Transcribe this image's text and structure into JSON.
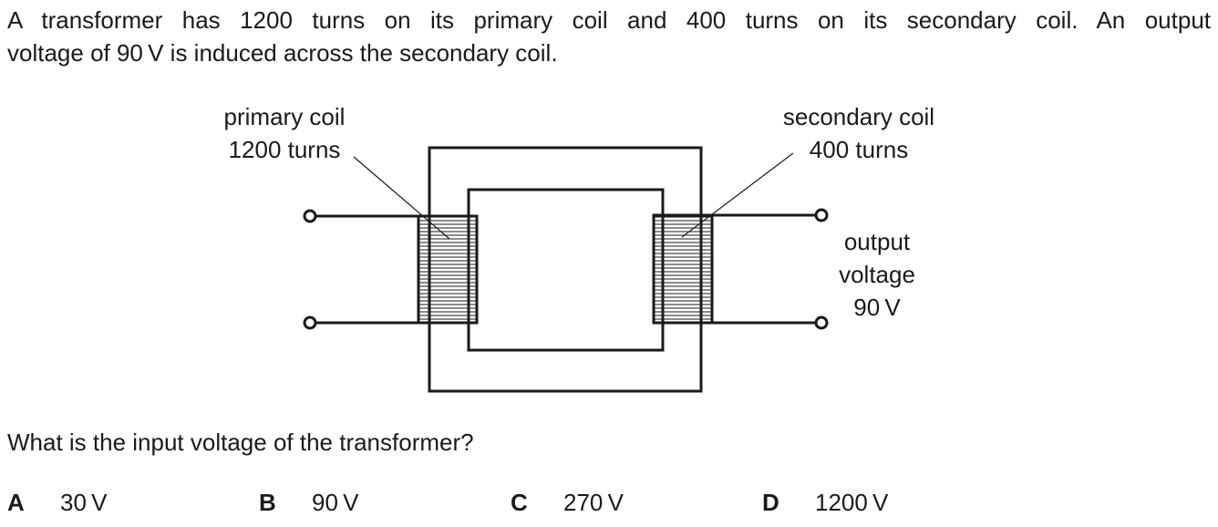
{
  "question": {
    "intro_line1": "A transformer has 1200 turns on its primary coil and 400 turns on its secondary coil. An output",
    "intro_line2": "voltage of 90 V is induced across the secondary coil.",
    "prompt": "What is the input voltage of the transformer?"
  },
  "diagram": {
    "primary_label_line1": "primary coil",
    "primary_label_line2": "1200 turns",
    "secondary_label_line1": "secondary coil",
    "secondary_label_line2": "400 turns",
    "output_label_line1": "output",
    "output_label_line2": "voltage",
    "output_label_line3": "90 V"
  },
  "options": [
    {
      "letter": "A",
      "text": "30 V"
    },
    {
      "letter": "B",
      "text": "90 V"
    },
    {
      "letter": "C",
      "text": "270 V"
    },
    {
      "letter": "D",
      "text": "1200 V"
    }
  ]
}
